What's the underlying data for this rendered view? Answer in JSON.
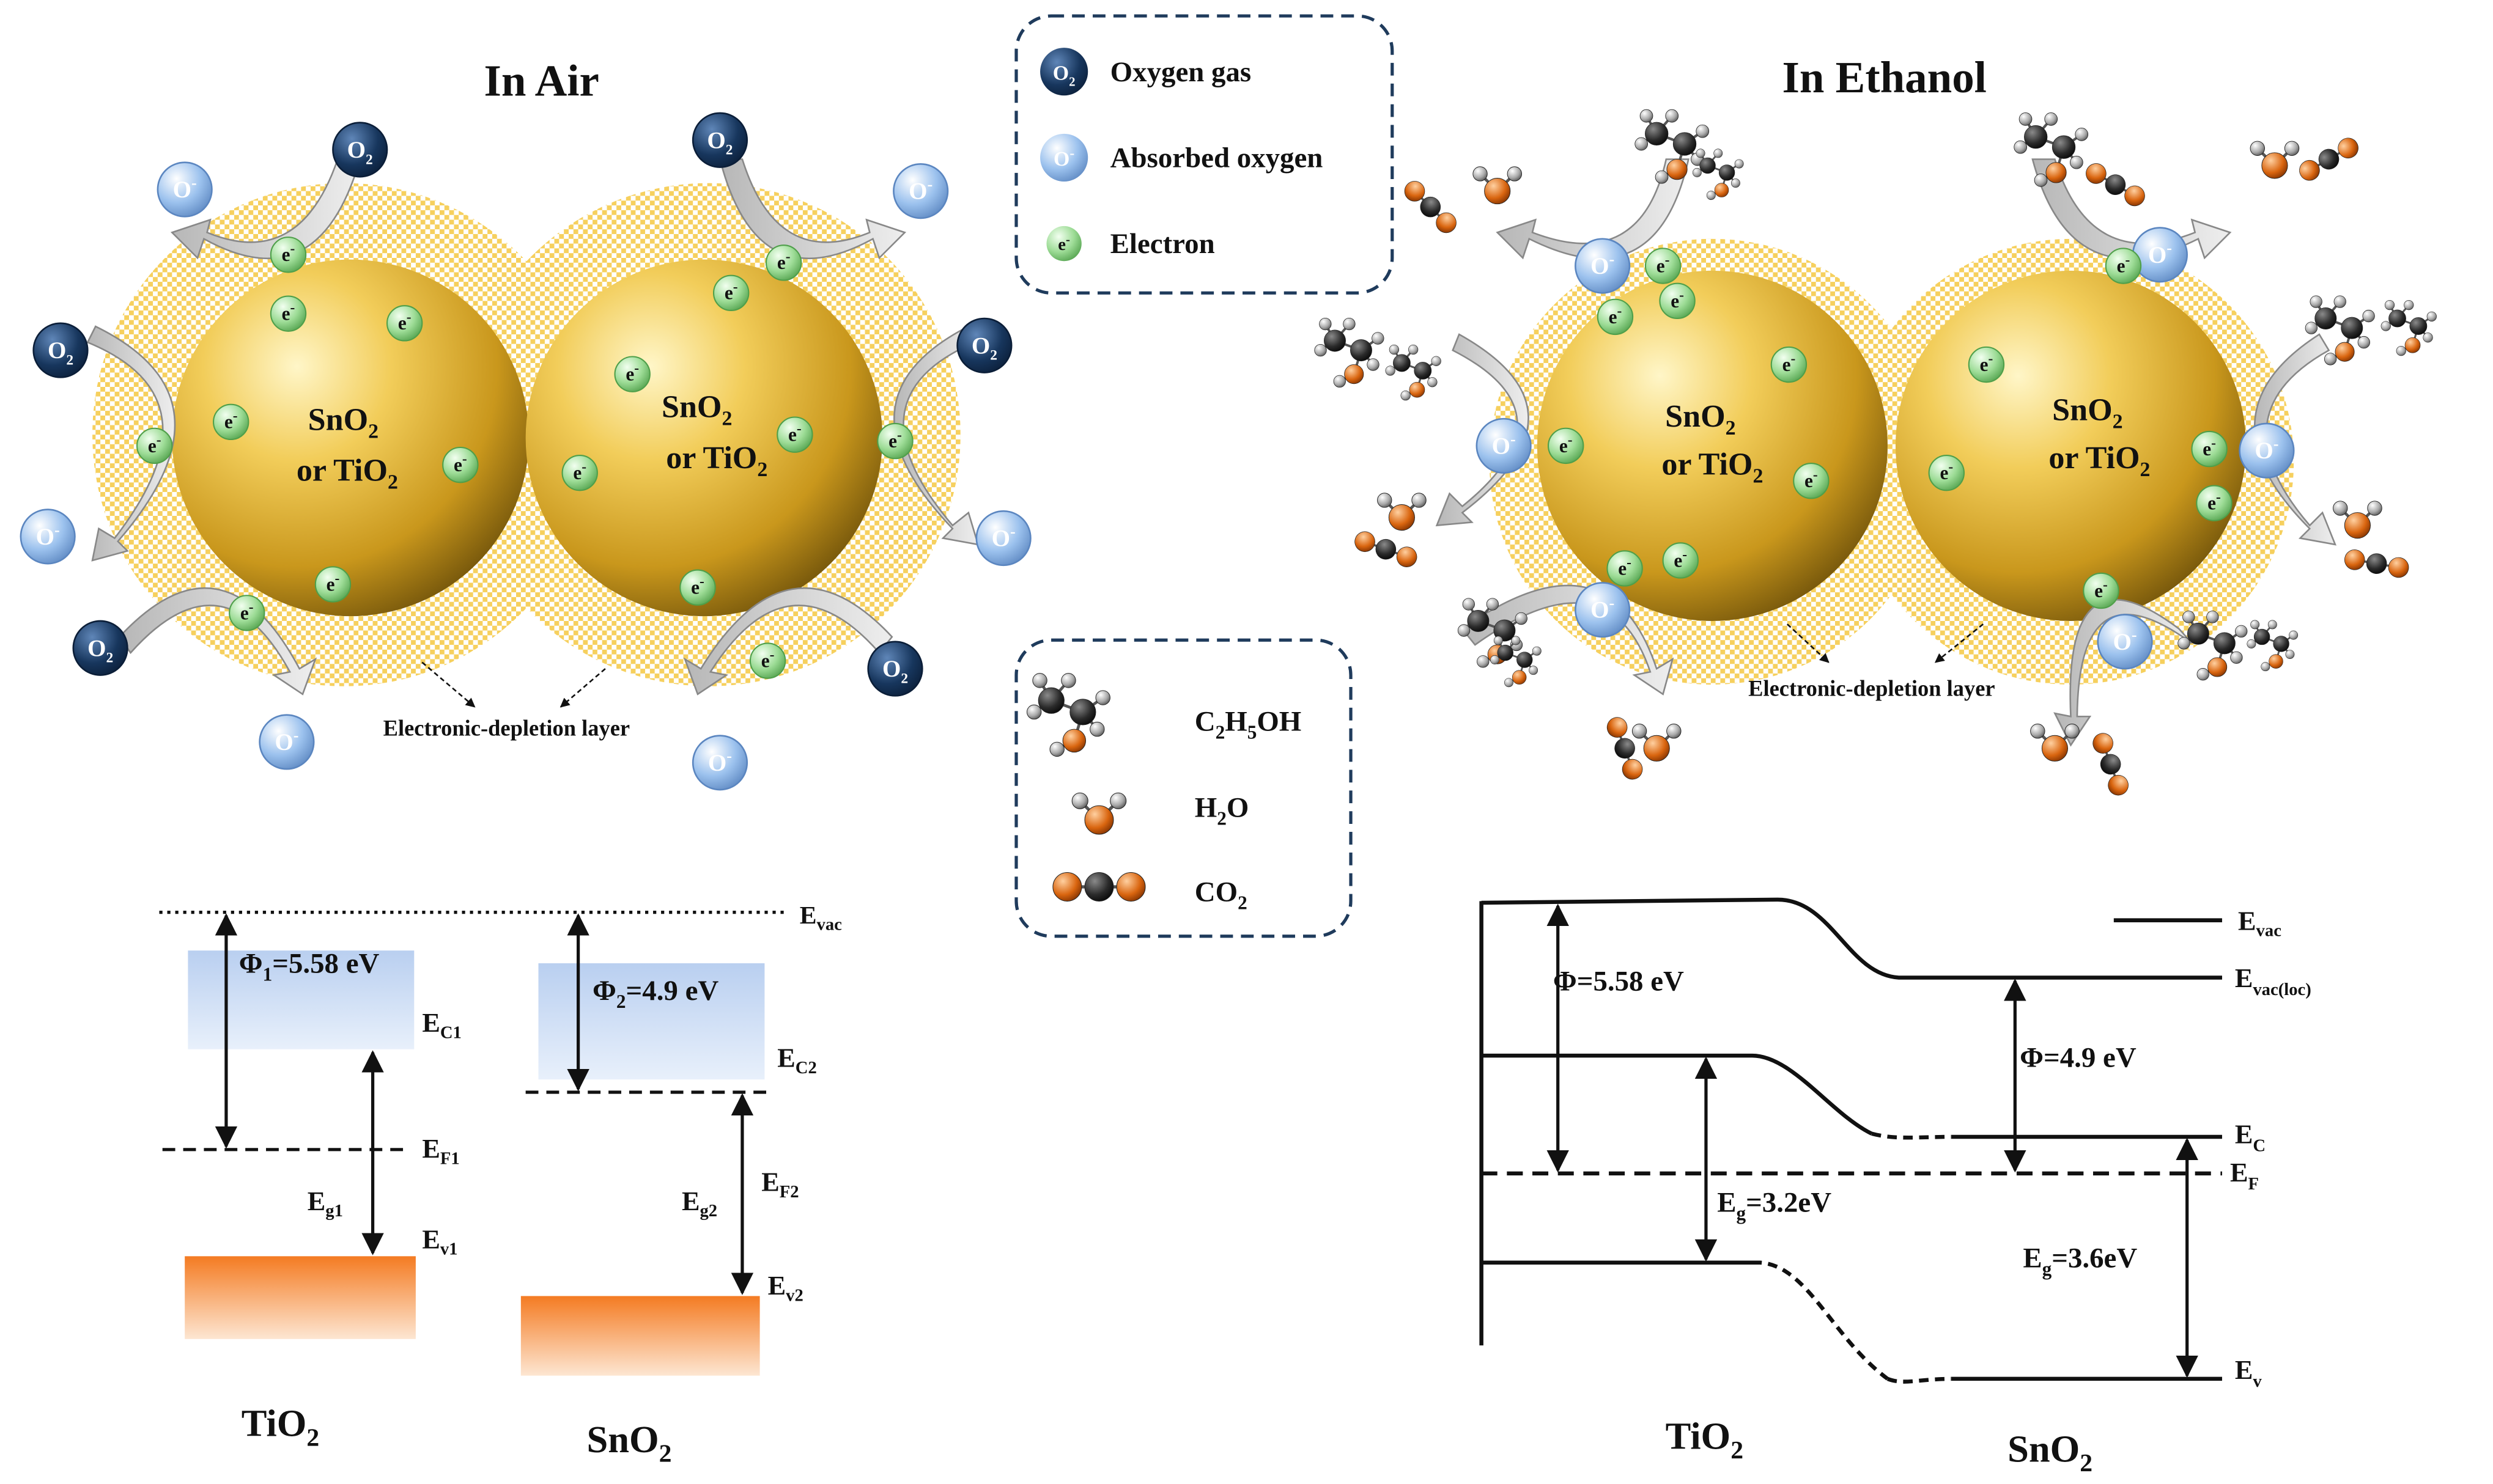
{
  "air_panel": {
    "title": "In Air",
    "particle_label_1": "SnO",
    "particle_label_1_sub": "2",
    "particle_label_2": "or TiO",
    "particle_label_2_sub": "2",
    "depletion_label": "Electronic-depletion layer"
  },
  "ethanol_panel": {
    "title": "In  Ethanol",
    "depletion_label": "Electronic-depletion layer"
  },
  "species": {
    "o2_main": "O",
    "o2_sub": "2",
    "o_minus": "O",
    "o_minus_sup": "-",
    "e_main": "e",
    "e_sup": "-"
  },
  "legend_top": {
    "items": [
      {
        "icon": "oxygen-gas-icon",
        "label": "Oxygen gas"
      },
      {
        "icon": "absorbed-oxygen-icon",
        "label": "Absorbed oxygen"
      },
      {
        "icon": "electron-icon",
        "label": "Electron"
      }
    ]
  },
  "legend_molecules": {
    "items": [
      {
        "icon": "ethanol-molecule-icon",
        "label": "C",
        "sub1": "2",
        "mid": "H",
        "sub2": "5",
        "tail": "OH"
      },
      {
        "icon": "water-molecule-icon",
        "label": "H",
        "sub1": "2",
        "tail": "O"
      },
      {
        "icon": "co2-molecule-icon",
        "label": "CO",
        "sub1": "2"
      }
    ]
  },
  "band_left": {
    "evac": "E",
    "evac_sub": "vac",
    "phi1": "Φ",
    "phi1_sub": "1",
    "phi1_val": "=5.58 eV",
    "phi2": "Φ",
    "phi2_sub": "2",
    "phi2_val": "=4.9 eV",
    "ec1": "E",
    "ec1_sub": "C1",
    "ec2": "E",
    "ec2_sub": "C2",
    "ef1": "E",
    "ef1_sub": "F1",
    "ef2": "E",
    "ef2_sub": "F2",
    "eg1": "E",
    "eg1_sub": "g1",
    "eg2": "E",
    "eg2_sub": "g2",
    "ev1": "E",
    "ev1_sub": "v1",
    "ev2": "E",
    "ev2_sub": "v2",
    "mat1": "TiO",
    "mat1_sub": "2",
    "mat2": "SnO",
    "mat2_sub": "2"
  },
  "band_right": {
    "evac": "E",
    "evac_sub": "vac",
    "evacloc": "E",
    "evacloc_sub": "vac(loc)",
    "phi_a": "Φ=5.58 eV",
    "phi_b": "Φ=4.9 eV",
    "ec": "E",
    "ec_sub": "C",
    "ef": "E",
    "ef_sub": "F",
    "ev": "E",
    "ev_sub": "v",
    "eg_a": "E",
    "eg_a_sub": "g",
    "eg_a_val": "=3.2eV",
    "eg_b": "E",
    "eg_b_sub": "g",
    "eg_b_val": "=3.6eV",
    "mat1": "TiO",
    "mat1_sub": "2",
    "mat2": "SnO",
    "mat2_sub": "2"
  },
  "colors": {
    "particle": "#e0b030",
    "depletion": "#f5c842",
    "o2": "#17365d",
    "o_minus": "#8db6e6",
    "electron": "#8fd18a",
    "conduction_band": "#9dbde6",
    "valence_band": "#f47b22",
    "carbon": "#2a2a2a",
    "oxygen_atom": "#c8560f",
    "hydrogen": "#9a9a9a"
  }
}
